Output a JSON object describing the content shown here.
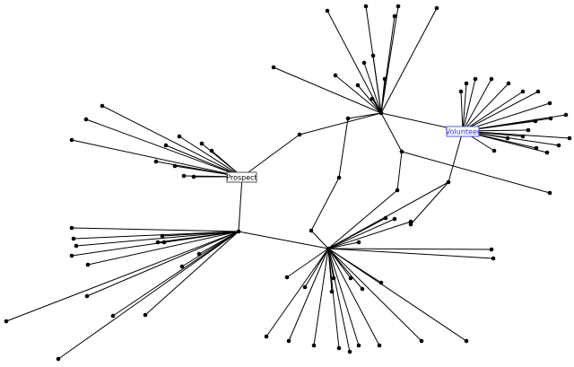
{
  "graph": {
    "labeled_nodes": [
      {
        "id": "prospect",
        "label": "Prospect",
        "text_color": "#000000",
        "border_color": "#555555"
      },
      {
        "id": "volunteer",
        "label": "Volunteer",
        "text_color": "#2a2ae6",
        "border_color": "#5555dd"
      }
    ],
    "edge_color": "#000000",
    "node_color": "#000000"
  }
}
